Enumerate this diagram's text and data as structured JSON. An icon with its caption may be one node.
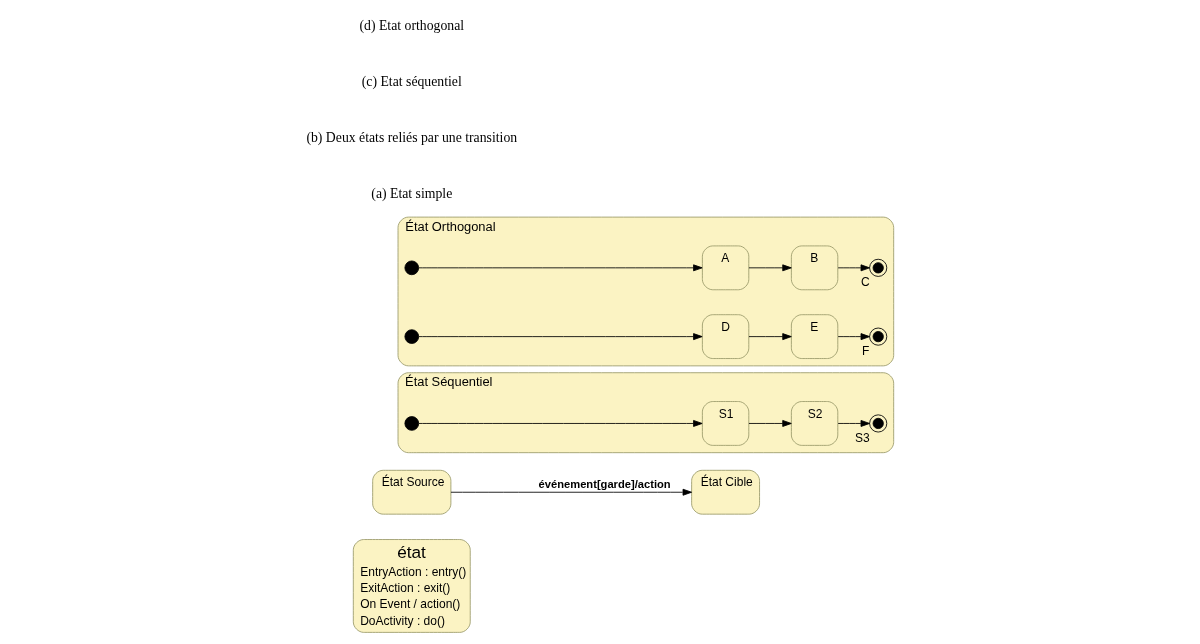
{
  "diagram": {
    "nodes": [
      {
        "text": [
          "état",
          "EntryAction : entry()",
          "ExitAction : exit()",
          "On Event / action()",
          "DoActivity : do()"
        ]
      },
      {
        "text": [
          "État Source"
        ]
      },
      {
        "text": [
          "État Cible"
        ]
      },
      {
        "text": [
          "État Séquentiel"
        ]
      },
      {
        "text": [],
        "shape": "circle",
        "in": 3
      },
      {
        "text": [
          "S1"
        ],
        "in": 3
      },
      {
        "text": [
          "S2"
        ],
        "in": 3
      },
      {
        "text": [],
        "shape": "bullseye",
        "in": 3,
        "beside": [
          "S3"
        ]
      },
      {
        "text": [
          "État Orthogonal"
        ]
      },
      {
        "text": [],
        "shape": "circle",
        "in": 8
      },
      {
        "text": [
          "A"
        ],
        "in": 8
      },
      {
        "text": [
          "B"
        ],
        "in": 8
      },
      {
        "text": [],
        "shape": "bullseye",
        "in": 8,
        "beside": [
          "C"
        ]
      },
      {
        "text": [],
        "shape": "circle",
        "in": 8
      },
      {
        "text": [
          "D"
        ],
        "in": 8
      },
      {
        "text": [
          "E"
        ],
        "in": 8
      },
      {
        "text": [],
        "shape": "bullseye",
        "in": 8,
        "beside": [
          "F"
        ]
      }
    ],
    "edges": [
      {
        "from": 1,
        "to": 2,
        "arrow": "to",
        "label": "événement[garde]/action"
      },
      {
        "from": 4,
        "to": 5,
        "arrow": "to"
      },
      {
        "from": 5,
        "to": 6,
        "arrow": "to"
      },
      {
        "from": 6,
        "to": 7,
        "arrow": "to"
      },
      {
        "from": 9,
        "to": 10,
        "arrow": "to"
      },
      {
        "from": 10,
        "to": 11,
        "arrow": "to"
      },
      {
        "from": 11,
        "to": 12,
        "arrow": "to"
      },
      {
        "from": 13,
        "to": 14,
        "arrow": "to"
      },
      {
        "from": 14,
        "to": 15,
        "arrow": "to"
      },
      {
        "from": 15,
        "to": 16,
        "arrow": "to"
      }
    ],
    "labels": [
      "(a) Etat simple",
      "(b) Deux états reliés par une transition",
      "(c) Etat séquentiel",
      "(d) Etat orthogonal"
    ]
  }
}
